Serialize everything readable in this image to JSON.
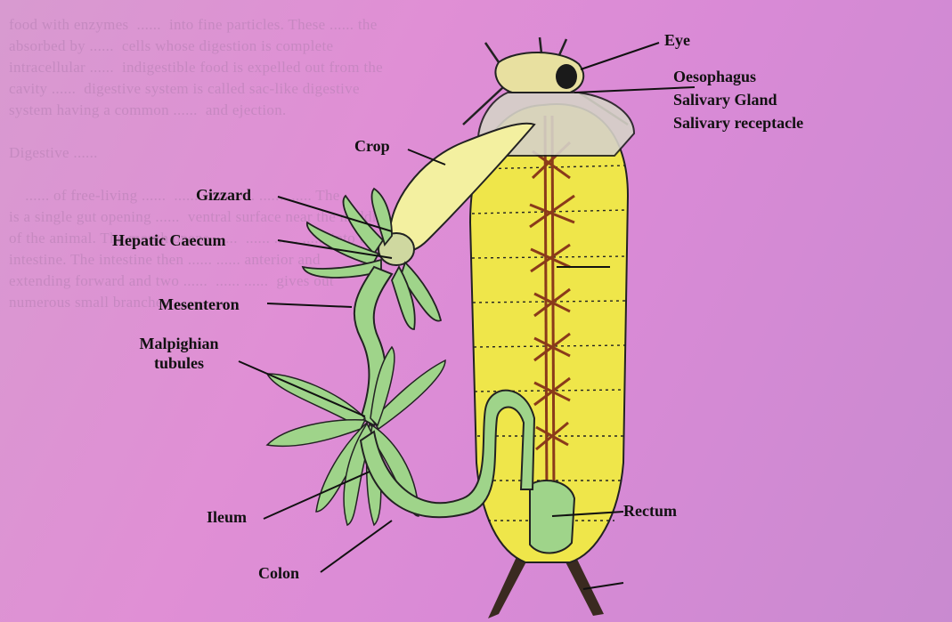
{
  "labels": {
    "eye": "Eye",
    "oesophagus": "Oesophagus",
    "salivary_gland": "Salivary Gland",
    "salivary_receptacle": "Salivary receptacle",
    "crop": "Crop",
    "gizzard": "Gizzard",
    "hepatic_caecum": "Hepatic Caecum",
    "mesenteron": "Mesenteron",
    "malpighian_line1": "Malpighian",
    "malpighian_line2": "tubules",
    "ileum": "Ileum",
    "colon": "Colon",
    "rectum": "Rectum"
  },
  "colors": {
    "background": "#dc90d3",
    "body_fill": "#f0e84a",
    "crop_fill": "#f3f0a0",
    "gut_fill": "#9fd48a",
    "nerve_cord": "#8a3a1a"
  }
}
